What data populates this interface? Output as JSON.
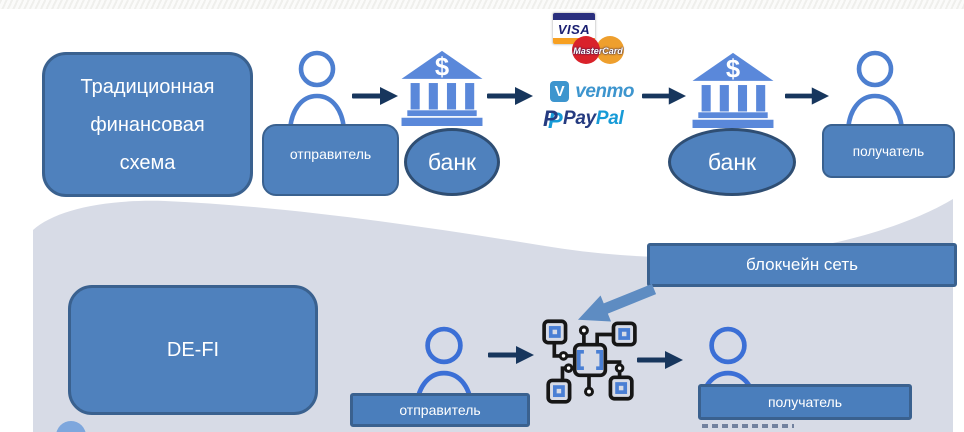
{
  "slide": {
    "top": {
      "title_lines": [
        "Традиционная",
        "финансовая",
        "схема"
      ],
      "sender_label": "отправитель",
      "bank1_label": "банк",
      "bank2_label": "банк",
      "receiver_label": "получатель",
      "bank_dollar": "$"
    },
    "payments": {
      "visa": "VISA",
      "mastercard": "MasterCard",
      "venmo_v": "V",
      "venmo": "venmo",
      "paypal_p": "P",
      "paypal_pay": "Pay",
      "paypal_pal": "Pal"
    },
    "bottom": {
      "title": "DE-FI",
      "sender_label": "отправитель",
      "receiver_label": "получатель",
      "network_label": "блокчейн сеть"
    }
  },
  "colors": {
    "box_blue": "#4f81bd",
    "box_border": "#3a618f",
    "ellipse_border": "#2f4e73",
    "arrow_navy": "#17365d",
    "person_top": "#4d7fd0",
    "person_bottom": "#3b6fd6",
    "bank_blue": "#5a88da",
    "wave_gray": "#d7dbe6",
    "net_blue": "#4a7fd4",
    "net_dark": "#161616",
    "big_arrow": "#5e8cc2",
    "label_bottom": "#4a7ebc",
    "visa_navy": "#1a1f71",
    "visa_orange": "#f7a021",
    "mc_red": "#d9222a",
    "mc_orange": "#ee9f2d",
    "venmo_blue": "#3d95ce",
    "paypal_navy": "#253b80",
    "paypal_light": "#179bd7",
    "circle_blue": "#7ea7dd"
  }
}
